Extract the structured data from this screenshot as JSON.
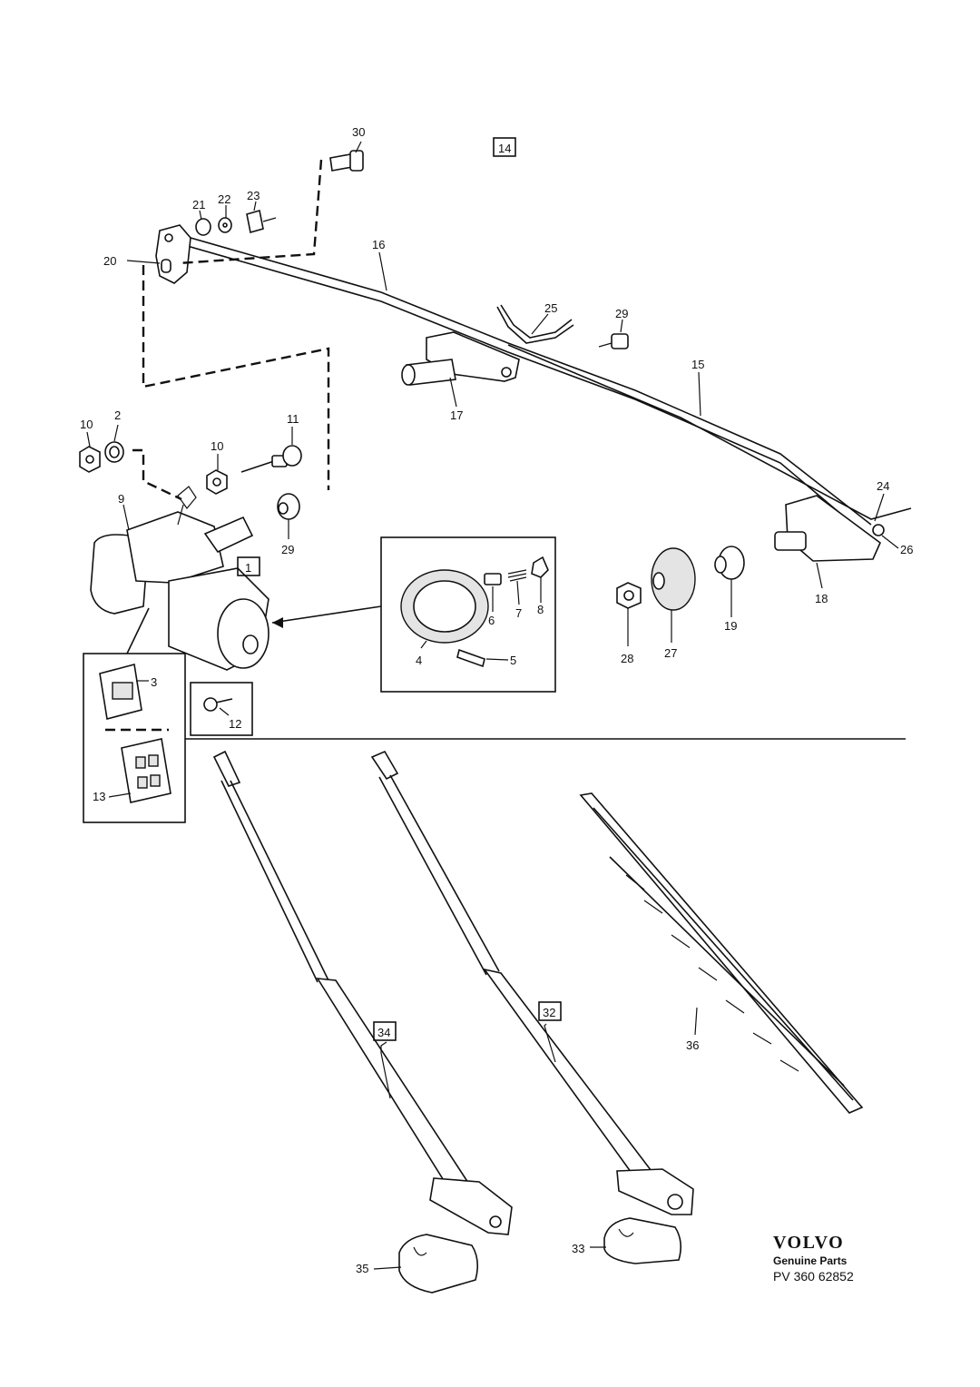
{
  "labels": {
    "p1": "1",
    "p2": "2",
    "p3": "3",
    "p4": "4",
    "p5": "5",
    "p6": "6",
    "p7": "7",
    "p8": "8",
    "p9": "9",
    "p10a": "10",
    "p10b": "10",
    "p11": "11",
    "p12": "12",
    "p13": "13",
    "p14": "14",
    "p15": "15",
    "p16": "16",
    "p17": "17",
    "p18": "18",
    "p19": "19",
    "p20": "20",
    "p21": "21",
    "p22": "22",
    "p23": "23",
    "p24": "24",
    "p25": "25",
    "p26": "26",
    "p27": "27",
    "p28": "28",
    "p29a": "29",
    "p29b": "29",
    "p30": "30",
    "p32": "32",
    "p33": "33",
    "p34": "34",
    "p35": "35",
    "p36": "36"
  },
  "footer": {
    "brand": "VOLVO",
    "subtitle": "Genuine Parts",
    "reference": "PV 360 62852"
  }
}
